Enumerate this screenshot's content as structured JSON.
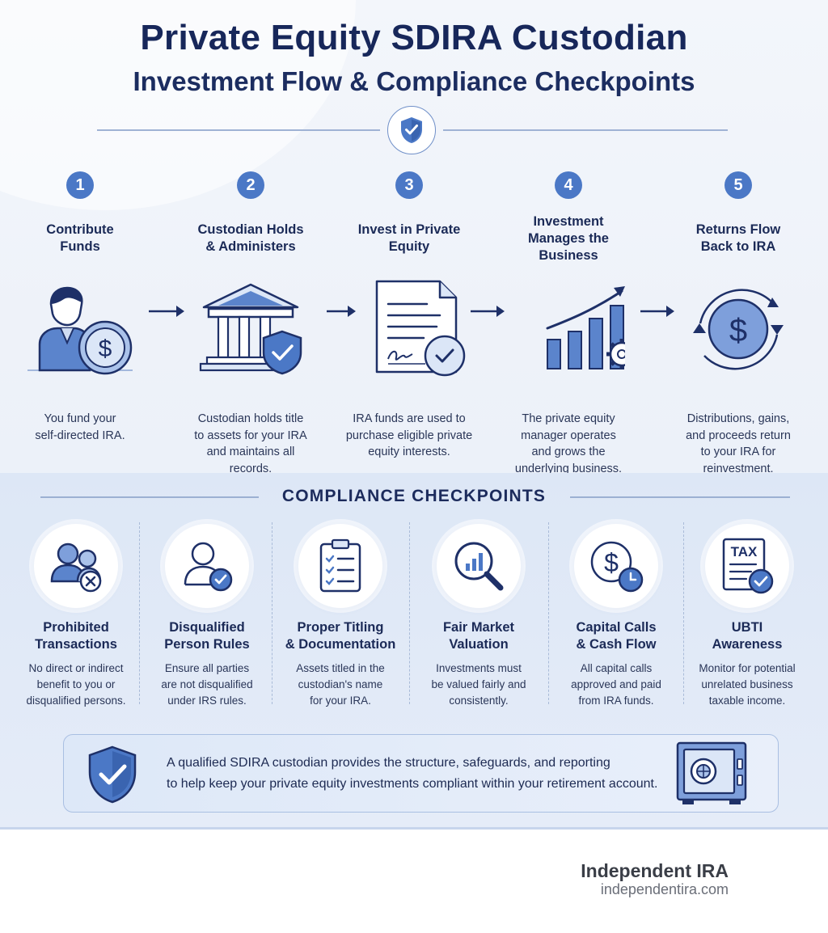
{
  "header": {
    "title": "Private Equity SDIRA Custodian",
    "subtitle": "Investment Flow & Compliance Checkpoints"
  },
  "steps": [
    {
      "number": "1",
      "title_lines": [
        "Contribute",
        "Funds"
      ],
      "description_lines": [
        "You fund your",
        "self-directed IRA."
      ],
      "icon": "person-with-dollar-coin-icon"
    },
    {
      "number": "2",
      "title_lines": [
        "Custodian Holds",
        "& Administers"
      ],
      "description_lines": [
        "Custodian holds title",
        "to assets for your IRA",
        "and maintains all",
        "records."
      ],
      "icon": "bank-with-shield-icon"
    },
    {
      "number": "3",
      "title_lines": [
        "Invest in Private",
        "Equity"
      ],
      "description_lines": [
        "IRA funds are used to",
        "purchase eligible private",
        "equity interests."
      ],
      "icon": "signed-document-icon"
    },
    {
      "number": "4",
      "title_lines": [
        "Investment",
        "Manages the",
        "Business"
      ],
      "description_lines": [
        "The private equity",
        "manager operates",
        "and grows the",
        "underlying business."
      ],
      "icon": "growth-chart-with-gear-icon"
    },
    {
      "number": "5",
      "title_lines": [
        "Returns Flow",
        "Back to IRA"
      ],
      "description_lines": [
        "Distributions, gains,",
        "and proceeds return",
        "to your IRA for",
        "reinvestment."
      ],
      "icon": "circular-dollar-return-icon"
    }
  ],
  "compliance": {
    "heading": "COMPLIANCE CHECKPOINTS",
    "items": [
      {
        "title_lines": [
          "Prohibited",
          "Transactions"
        ],
        "description_lines": [
          "No direct or indirect",
          "benefit to you or",
          "disqualified persons."
        ],
        "icon": "people-with-x-icon"
      },
      {
        "title_lines": [
          "Disqualified",
          "Person Rules"
        ],
        "description_lines": [
          "Ensure all parties",
          "are not disqualified",
          "under IRS rules."
        ],
        "icon": "person-with-check-icon"
      },
      {
        "title_lines": [
          "Proper Titling",
          "& Documentation"
        ],
        "description_lines": [
          "Assets titled in the",
          "custodian's name",
          "for your IRA."
        ],
        "icon": "clipboard-checklist-icon"
      },
      {
        "title_lines": [
          "Fair Market",
          "Valuation"
        ],
        "description_lines": [
          "Investments must",
          "be valued fairly and",
          "consistently."
        ],
        "icon": "magnifier-bar-chart-icon"
      },
      {
        "title_lines": [
          "Capital Calls",
          "& Cash Flow"
        ],
        "description_lines": [
          "All capital calls",
          "approved and paid",
          "from IRA funds."
        ],
        "icon": "dollar-with-clock-icon"
      },
      {
        "title_lines": [
          "UBTI",
          "Awareness"
        ],
        "description_lines": [
          "Monitor for potential",
          "unrelated business",
          "taxable income."
        ],
        "icon": "tax-document-check-icon",
        "icon_text": "TAX"
      }
    ]
  },
  "callout": {
    "lines": [
      "A qualified SDIRA custodian provides the structure, safeguards, and reporting",
      "to help keep your private equity investments compliant within your retirement account."
    ],
    "icons": [
      "shield-check-icon",
      "safe-vault-icon"
    ]
  },
  "footer": {
    "brand": "Independent IRA",
    "url": "independentira.com"
  },
  "colors": {
    "navy": "#17275a",
    "accent_blue": "#4b78c6",
    "light_blue_fill": "#aac2ea",
    "band_background": "#dde7f6"
  }
}
